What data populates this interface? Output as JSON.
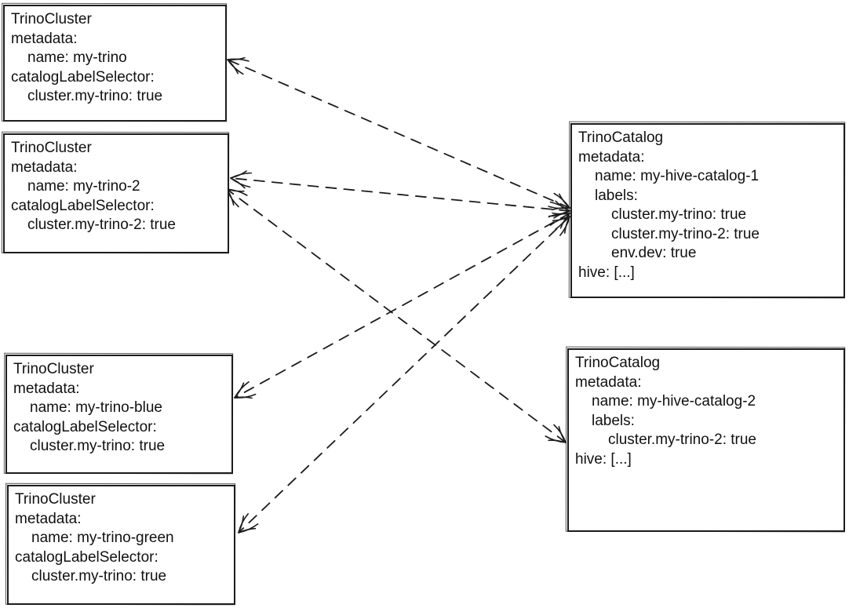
{
  "diagram": {
    "background_color": "#ffffff",
    "stroke_color": "#1c1c1c",
    "text_color": "#111111",
    "boxes": [
      {
        "id": "trino-cluster-my-trino",
        "kind": "TrinoCluster",
        "lines": [
          {
            "text": "TrinoCluster",
            "indent": 0
          },
          {
            "text": "metadata:",
            "indent": 0
          },
          {
            "text": "name: my-trino",
            "indent": 1
          },
          {
            "text": "catalogLabelSelector:",
            "indent": 0
          },
          {
            "text": "cluster.my-trino: true",
            "indent": 1
          }
        ]
      },
      {
        "id": "trino-cluster-my-trino-2",
        "kind": "TrinoCluster",
        "lines": [
          {
            "text": "TrinoCluster",
            "indent": 0
          },
          {
            "text": "metadata:",
            "indent": 0
          },
          {
            "text": "name: my-trino-2",
            "indent": 1
          },
          {
            "text": "catalogLabelSelector:",
            "indent": 0
          },
          {
            "text": "cluster.my-trino-2: true",
            "indent": 1
          }
        ]
      },
      {
        "id": "trino-cluster-my-trino-blue",
        "kind": "TrinoCluster",
        "lines": [
          {
            "text": "TrinoCluster",
            "indent": 0
          },
          {
            "text": "metadata:",
            "indent": 0
          },
          {
            "text": "name: my-trino-blue",
            "indent": 1
          },
          {
            "text": "catalogLabelSelector:",
            "indent": 0
          },
          {
            "text": "cluster.my-trino: true",
            "indent": 1
          }
        ]
      },
      {
        "id": "trino-cluster-my-trino-green",
        "kind": "TrinoCluster",
        "lines": [
          {
            "text": "TrinoCluster",
            "indent": 0
          },
          {
            "text": "metadata:",
            "indent": 0
          },
          {
            "text": "name: my-trino-green",
            "indent": 1
          },
          {
            "text": "catalogLabelSelector:",
            "indent": 0
          },
          {
            "text": "cluster.my-trino: true",
            "indent": 1
          }
        ]
      },
      {
        "id": "trino-catalog-my-hive-catalog-1",
        "kind": "TrinoCatalog",
        "lines": [
          {
            "text": "TrinoCatalog",
            "indent": 0
          },
          {
            "text": "metadata:",
            "indent": 0
          },
          {
            "text": "name: my-hive-catalog-1",
            "indent": 1
          },
          {
            "text": "labels:",
            "indent": 1
          },
          {
            "text": "cluster.my-trino: true",
            "indent": 2
          },
          {
            "text": "cluster.my-trino-2: true",
            "indent": 2
          },
          {
            "text": "env.dev: true",
            "indent": 2
          },
          {
            "text": "hive: [...]",
            "indent": 0
          }
        ]
      },
      {
        "id": "trino-catalog-my-hive-catalog-2",
        "kind": "TrinoCatalog",
        "lines": [
          {
            "text": "TrinoCatalog",
            "indent": 0
          },
          {
            "text": "metadata:",
            "indent": 0
          },
          {
            "text": "name: my-hive-catalog-2",
            "indent": 1
          },
          {
            "text": "labels:",
            "indent": 1
          },
          {
            "text": "cluster.my-trino-2: true",
            "indent": 2
          },
          {
            "text": "hive: [...]",
            "indent": 0
          }
        ]
      }
    ],
    "arrows": [
      {
        "from": "trino-catalog-my-hive-catalog-1",
        "to": "trino-cluster-my-trino",
        "style": "dashed",
        "heads": "both"
      },
      {
        "from": "trino-catalog-my-hive-catalog-1",
        "to": "trino-cluster-my-trino-2",
        "style": "dashed",
        "heads": "both"
      },
      {
        "from": "trino-catalog-my-hive-catalog-1",
        "to": "trino-cluster-my-trino-blue",
        "style": "dashed",
        "heads": "both"
      },
      {
        "from": "trino-catalog-my-hive-catalog-1",
        "to": "trino-cluster-my-trino-green",
        "style": "dashed",
        "heads": "both"
      },
      {
        "from": "trino-catalog-my-hive-catalog-2",
        "to": "trino-cluster-my-trino-2",
        "style": "dashed",
        "heads": "both"
      }
    ]
  }
}
